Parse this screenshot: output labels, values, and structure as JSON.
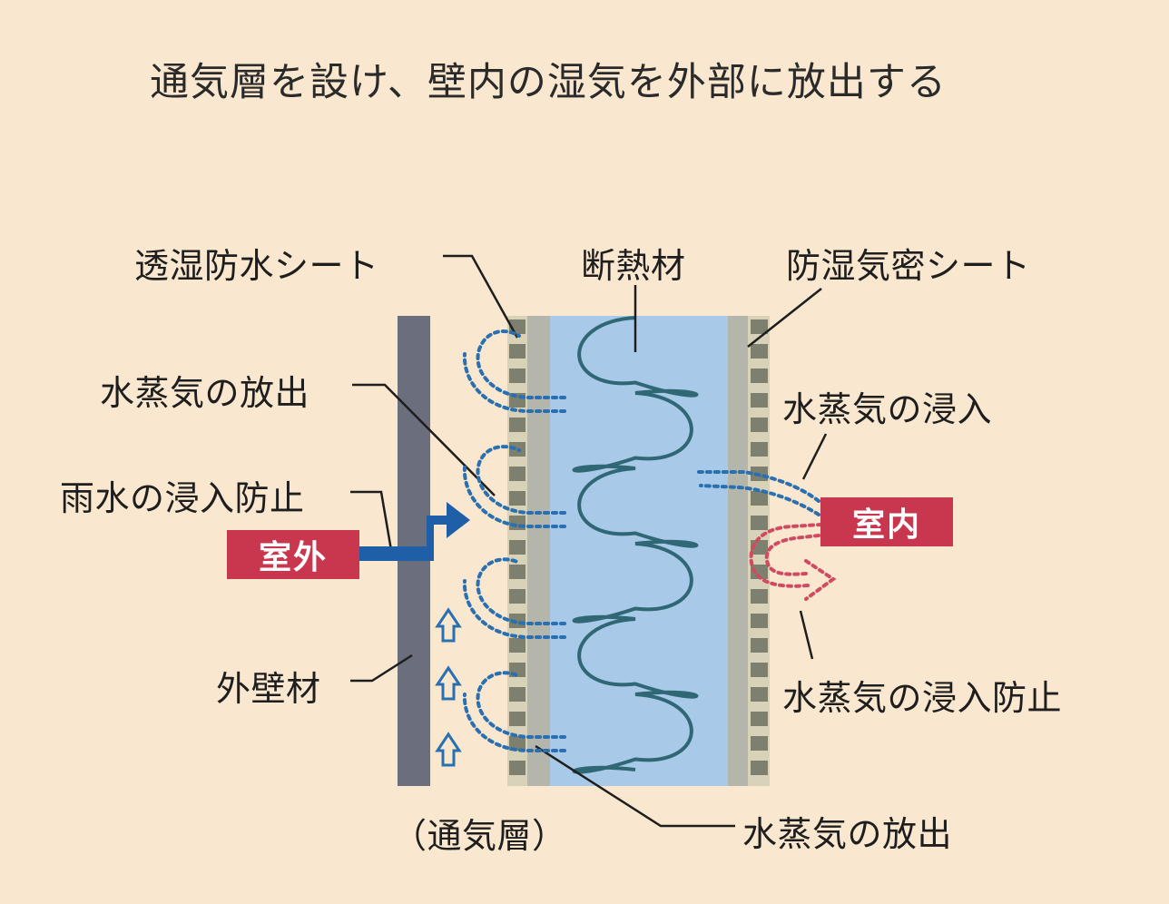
{
  "title": "通気層を設け、壁内の湿気を外部に放出する",
  "labels": {
    "moisture_permeable_sheet": "透湿防水シート",
    "insulation": "断熱材",
    "vapor_barrier_sheet": "防湿気密シート",
    "vapor_release_top": "水蒸気の放出",
    "vapor_entry": "水蒸気の浸入",
    "rain_prevention": "雨水の浸入防止",
    "exterior_tag": "室外",
    "interior_tag": "室内",
    "vapor_entry_prevention": "水蒸気の浸入防止",
    "exterior_wall": "外壁材",
    "air_layer": "（通気層）",
    "vapor_release_bottom": "水蒸気の放出"
  },
  "colors": {
    "background": "#f9e8cf",
    "exterior_wall": "#6b6e7c",
    "membrane_gray": "#b4b6ac",
    "membrane_block": "#7d806f",
    "insulation_fill": "#a9c9e8",
    "insulation_coil": "#2f6775",
    "vapor_dots_blue": "#2a6fb0",
    "vapor_dots_red": "#d04b61",
    "rain_arrow": "#1f5fa7",
    "tag_red": "#c9374e"
  }
}
